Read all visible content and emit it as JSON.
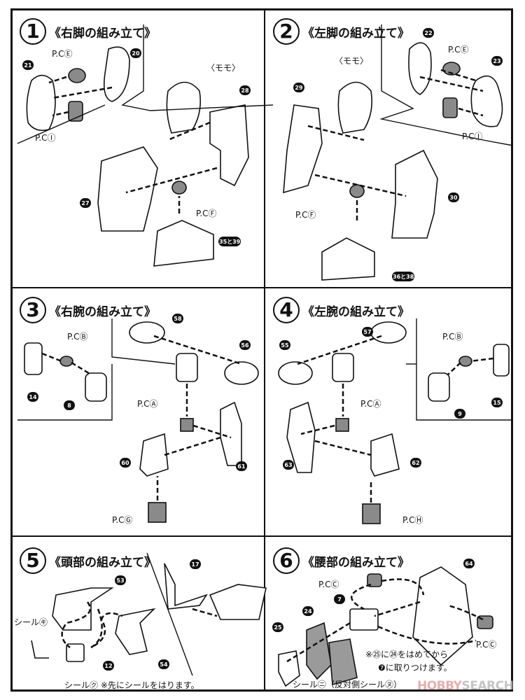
{
  "steps": [
    {
      "number": "1",
      "title": "《右脚の組み立て》",
      "labels": [
        "P.CⒺ",
        "P.CⒾ",
        "〈モモ〉",
        "P.CⒻ"
      ],
      "parts": [
        "20",
        "21",
        "28",
        "27",
        "35と39"
      ]
    },
    {
      "number": "2",
      "title": "《左脚の組み立て》",
      "labels": [
        "P.CⒺ",
        "P.CⒾ",
        "〈モモ〉",
        "P.CⒻ"
      ],
      "parts": [
        "22",
        "23",
        "29",
        "30",
        "36と38"
      ]
    },
    {
      "number": "3",
      "title": "《右腕の組み立て》",
      "labels": [
        "P.CⒷ",
        "P.CⒶ",
        "P.CⒼ"
      ],
      "parts": [
        "58",
        "56",
        "14",
        "8",
        "60",
        "61"
      ]
    },
    {
      "number": "4",
      "title": "《左腕の組み立て》",
      "labels": [
        "P.CⒷ",
        "P.CⒶ",
        "P.CⒽ"
      ],
      "parts": [
        "57",
        "55",
        "15",
        "9",
        "63",
        "62"
      ]
    },
    {
      "number": "5",
      "title": "《頭部の組み立て》",
      "labels": [
        "シール㋖",
        "シール㋗ ※先にシールをはります。"
      ],
      "parts": [
        "53",
        "17",
        "12",
        "54"
      ]
    },
    {
      "number": "6",
      "title": "《腰部の組み立て》",
      "labels": [
        "P.CⒸ",
        "P.CⒸ",
        "※㉕に㉔をはめてから",
        "❼に取りつけます。",
        "シール㋥（反対側シール㋦）"
      ],
      "parts": [
        "64",
        "7",
        "24",
        "25"
      ]
    }
  ],
  "watermark": {
    "brand": "HOBBY",
    "suffix": "SEARCH"
  },
  "colors": {
    "line": "#111111",
    "part_fill": "#ffffff",
    "pc_fill": "#8a8a8a",
    "watermark": "#e7a0a0"
  }
}
